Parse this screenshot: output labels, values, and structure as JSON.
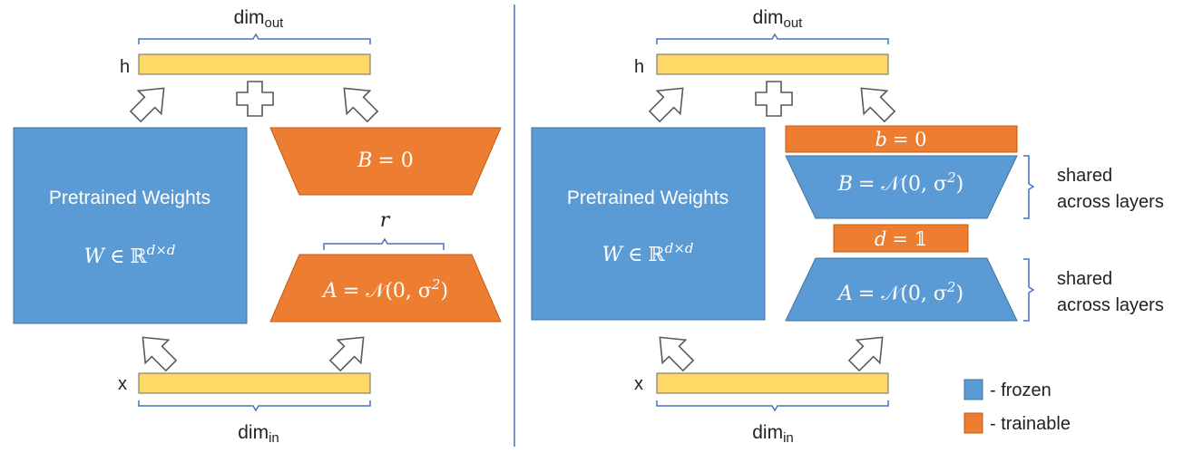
{
  "colors": {
    "frozen": "#5b9bd5",
    "trainable": "#ed7d31",
    "vector": "#ffd966",
    "outline": "#7f7f7f",
    "brace": "#4472c4",
    "divider": "#4472c4"
  },
  "left": {
    "dim_out_base": "dim",
    "dim_out_sub": "out",
    "h_label": "h",
    "x_label": "x",
    "dim_in_base": "dim",
    "dim_in_sub": "in",
    "pretrained_title": "Pretrained Weights",
    "w_symbol": "W",
    "w_in": "∈",
    "w_field": "ℝ",
    "w_sup": "d×d",
    "b_var": "B",
    "b_eq": "= 0",
    "a_var": "A",
    "a_eq": "= 𝒩(0, σ",
    "a_sup": "2",
    "a_close": ")",
    "r_label": "r"
  },
  "right": {
    "dim_out_base": "dim",
    "dim_out_sub": "out",
    "h_label": "h",
    "x_label": "x",
    "dim_in_base": "dim",
    "dim_in_sub": "in",
    "pretrained_title": "Pretrained Weights",
    "w_symbol": "W",
    "w_in": "∈",
    "w_field": "ℝ",
    "w_sup": "d×d",
    "bvec_var": "b",
    "bvec_eq": "= 0",
    "b_var": "B",
    "b_eq": "= 𝒩(0, σ",
    "b_sup": "2",
    "b_close": ")",
    "dvec_var": "d",
    "dvec_eq": "= 𝟙",
    "a_var": "A",
    "a_eq": "= 𝒩(0, σ",
    "a_sup": "2",
    "a_close": ")",
    "shared_top_line1": "shared",
    "shared_top_line2": "across layers",
    "shared_bottom_line1": "shared",
    "shared_bottom_line2": "across layers"
  },
  "legend": {
    "frozen_label": "- frozen",
    "trainable_label": "- trainable"
  }
}
